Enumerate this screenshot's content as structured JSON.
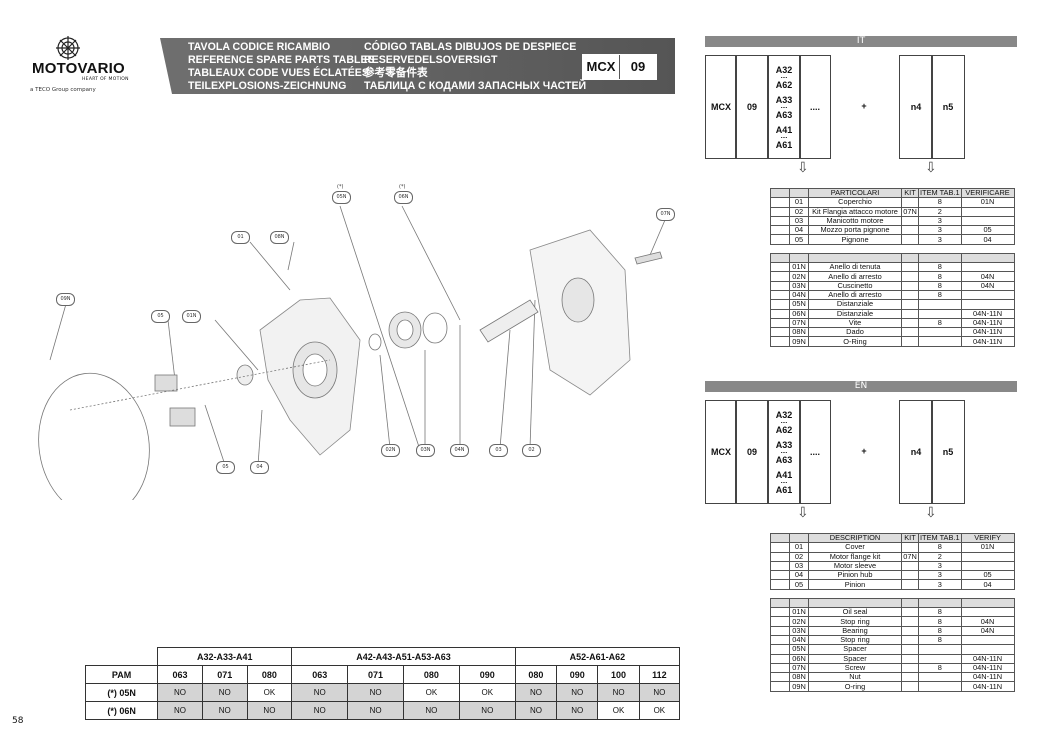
{
  "header": {
    "brand": "MOTOVARIO",
    "tagline": "HEART OF MOTION",
    "group": "a TECO Group company",
    "titles_left": [
      "TAVOLA CODICE RICAMBIO",
      "REFERENCE SPARE PARTS TABLES",
      "TABLEAUX CODE VUES ÉCLATÉES",
      "TEILEXPLOSIONS-ZEICHNUNG"
    ],
    "titles_right": [
      "CÓDIGO TABLAS DIBUJOS DE DESPIECE",
      "RESERVEDELSOVERSIGT",
      "参考零备件表",
      "ТАБЛИЦА С КОДАМИ ЗАПАСНЫХ ЧАСТЕЙ"
    ],
    "code_1": "MCX",
    "code_2": "09"
  },
  "colors": {
    "banner": "#666666",
    "section_bar": "#888888",
    "shade": "#d4d4d4"
  },
  "diagram_labels": [
    "01",
    "08N",
    "05N",
    "06N",
    "07N",
    "09N",
    "05",
    "01N",
    "02N",
    "03N",
    "04N",
    "03",
    "02",
    "05",
    "04"
  ],
  "diagram_stars": [
    "(*)",
    "(*)"
  ],
  "sections": [
    {
      "lang": "IT",
      "code": {
        "c1": "MCX",
        "c2": "09",
        "sizes": [
          "A32",
          "A62",
          "A33",
          "A63",
          "A41",
          "A61"
        ],
        "dots": "....",
        "plus": "+",
        "n4": "n4",
        "n5": "n5"
      },
      "headers": [
        "PARTICOLARI",
        "KIT",
        "ITEM TAB.1",
        "VERIFICARE"
      ],
      "rows_a": [
        [
          "01",
          "Coperchio",
          "",
          "8",
          "01N"
        ],
        [
          "02",
          "Kit Flangia attacco motore",
          "07N",
          "2",
          ""
        ],
        [
          "03",
          "Manicotto motore",
          "",
          "3",
          ""
        ],
        [
          "04",
          "Mozzo porta pignone",
          "",
          "3",
          "05"
        ],
        [
          "05",
          "Pignone",
          "",
          "3",
          "04"
        ]
      ],
      "rows_b": [
        [
          "01N",
          "Anello di tenuta",
          "",
          "8",
          ""
        ],
        [
          "02N",
          "Anello di arresto",
          "",
          "8",
          "04N"
        ],
        [
          "03N",
          "Cuscinetto",
          "",
          "8",
          "04N"
        ],
        [
          "04N",
          "Anello di arresto",
          "",
          "8",
          ""
        ],
        [
          "05N",
          "Distanziale",
          "",
          "",
          ""
        ],
        [
          "06N",
          "Distanziale",
          "",
          "",
          "04N-11N"
        ],
        [
          "07N",
          "Vite",
          "",
          "8",
          "04N-11N"
        ],
        [
          "08N",
          "Dado",
          "",
          "",
          "04N-11N"
        ],
        [
          "09N",
          "O-Ring",
          "",
          "",
          "04N-11N"
        ]
      ]
    },
    {
      "lang": "EN",
      "code": {
        "c1": "MCX",
        "c2": "09",
        "sizes": [
          "A32",
          "A62",
          "A33",
          "A63",
          "A41",
          "A61"
        ],
        "dots": "....",
        "plus": "+",
        "n4": "n4",
        "n5": "n5"
      },
      "headers": [
        "DESCRIPTION",
        "KIT",
        "ITEM TAB.1",
        "VERIFY"
      ],
      "rows_a": [
        [
          "01",
          "Cover",
          "",
          "8",
          "01N"
        ],
        [
          "02",
          "Motor flange kit",
          "07N",
          "2",
          ""
        ],
        [
          "03",
          "Motor sleeve",
          "",
          "3",
          ""
        ],
        [
          "04",
          "Pinion hub",
          "",
          "3",
          "05"
        ],
        [
          "05",
          "Pinion",
          "",
          "3",
          "04"
        ]
      ],
      "rows_b": [
        [
          "01N",
          "Oil seal",
          "",
          "8",
          ""
        ],
        [
          "02N",
          "Stop ring",
          "",
          "8",
          "04N"
        ],
        [
          "03N",
          "Bearing",
          "",
          "8",
          "04N"
        ],
        [
          "04N",
          "Stop ring",
          "",
          "8",
          ""
        ],
        [
          "05N",
          "Spacer",
          "",
          "",
          ""
        ],
        [
          "06N",
          "Spacer",
          "",
          "",
          "04N-11N"
        ],
        [
          "07N",
          "Screw",
          "",
          "8",
          "04N-11N"
        ],
        [
          "08N",
          "Nut",
          "",
          "",
          "04N-11N"
        ],
        [
          "09N",
          "O-ring",
          "",
          "",
          "04N-11N"
        ]
      ]
    }
  ],
  "pam_table": {
    "groups": [
      "A32-A33-A41",
      "A42-A43-A51-A53-A63",
      "A52-A61-A62"
    ],
    "pam_label": "PAM",
    "sizes": [
      "063",
      "071",
      "080",
      "063",
      "071",
      "080",
      "090",
      "080",
      "090",
      "100",
      "112"
    ],
    "rows": [
      {
        "label": "(*) 05N",
        "values": [
          "NO",
          "NO",
          "OK",
          "NO",
          "NO",
          "OK",
          "OK",
          "NO",
          "NO",
          "NO",
          "NO"
        ]
      },
      {
        "label": "(*) 06N",
        "values": [
          "NO",
          "NO",
          "NO",
          "NO",
          "NO",
          "NO",
          "NO",
          "NO",
          "NO",
          "OK",
          "OK"
        ]
      }
    ]
  },
  "page_number": "58"
}
